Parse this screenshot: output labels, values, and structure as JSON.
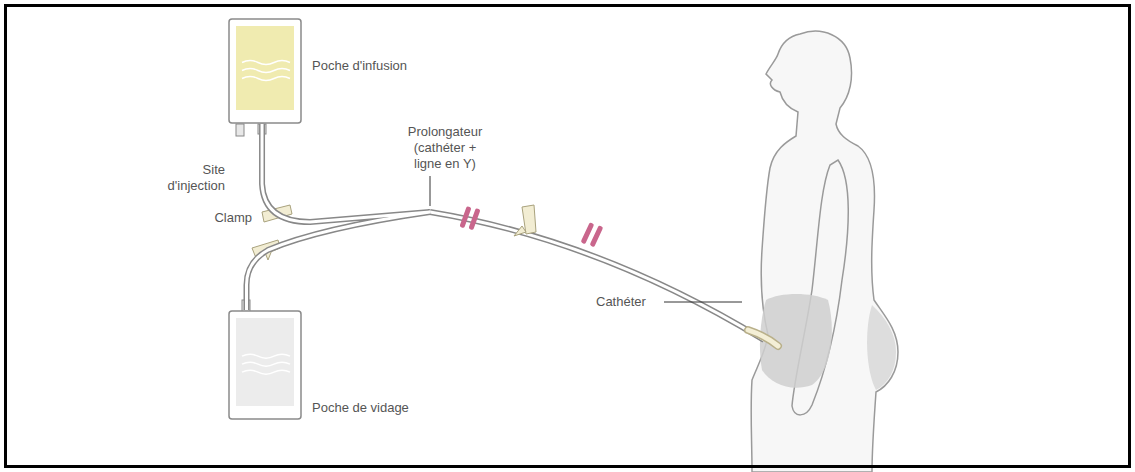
{
  "diagram": {
    "nodes": [
      {
        "text": [
          "Poche d'infusion"
        ]
      },
      {
        "text": [
          "Poche de vidage"
        ]
      }
    ],
    "edges": [
      {
        "from": 0,
        "to": 1,
        "arrow": "none"
      }
    ],
    "labels": [
      "Site d'injection",
      "Clamp",
      "Prolongateur (cathéter + ligne en Y)",
      "Cathéter"
    ]
  }
}
